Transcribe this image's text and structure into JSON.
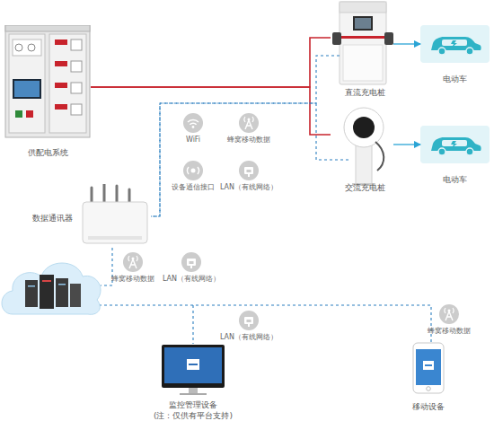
{
  "diagram": {
    "nodes": [
      {
        "text": [
          "供配电系统"
        ]
      },
      {
        "text": [
          "直流充电桩"
        ]
      },
      {
        "text": [
          "交流充电桩"
        ]
      },
      {
        "text": [
          "电动车"
        ]
      },
      {
        "text": [
          "电动车"
        ]
      },
      {
        "text": [
          "数据通讯器"
        ]
      },
      {
        "text": [
          "监控管理设备",
          "(注：仅供有平台支持)"
        ]
      },
      {
        "text": [
          "移动设备"
        ]
      }
    ],
    "edges": [
      {
        "from": 0,
        "to": 1,
        "arrow": "none"
      },
      {
        "from": 0,
        "to": 2,
        "arrow": "none"
      },
      {
        "from": 1,
        "to": 3,
        "arrow": "to"
      },
      {
        "from": 2,
        "to": 4,
        "arrow": "to"
      },
      {
        "from": 1,
        "to": 5,
        "arrow": "none"
      },
      {
        "from": 2,
        "to": 5,
        "arrow": "none"
      }
    ],
    "labels": [
      "WiFi",
      "蜂窝移动数据",
      "设备通信接口",
      "LAN（有线网络）",
      "蜂窝移动数据",
      "LAN（有线网络）",
      "LAN（有线网络）",
      "蜂窝移动数据"
    ]
  }
}
